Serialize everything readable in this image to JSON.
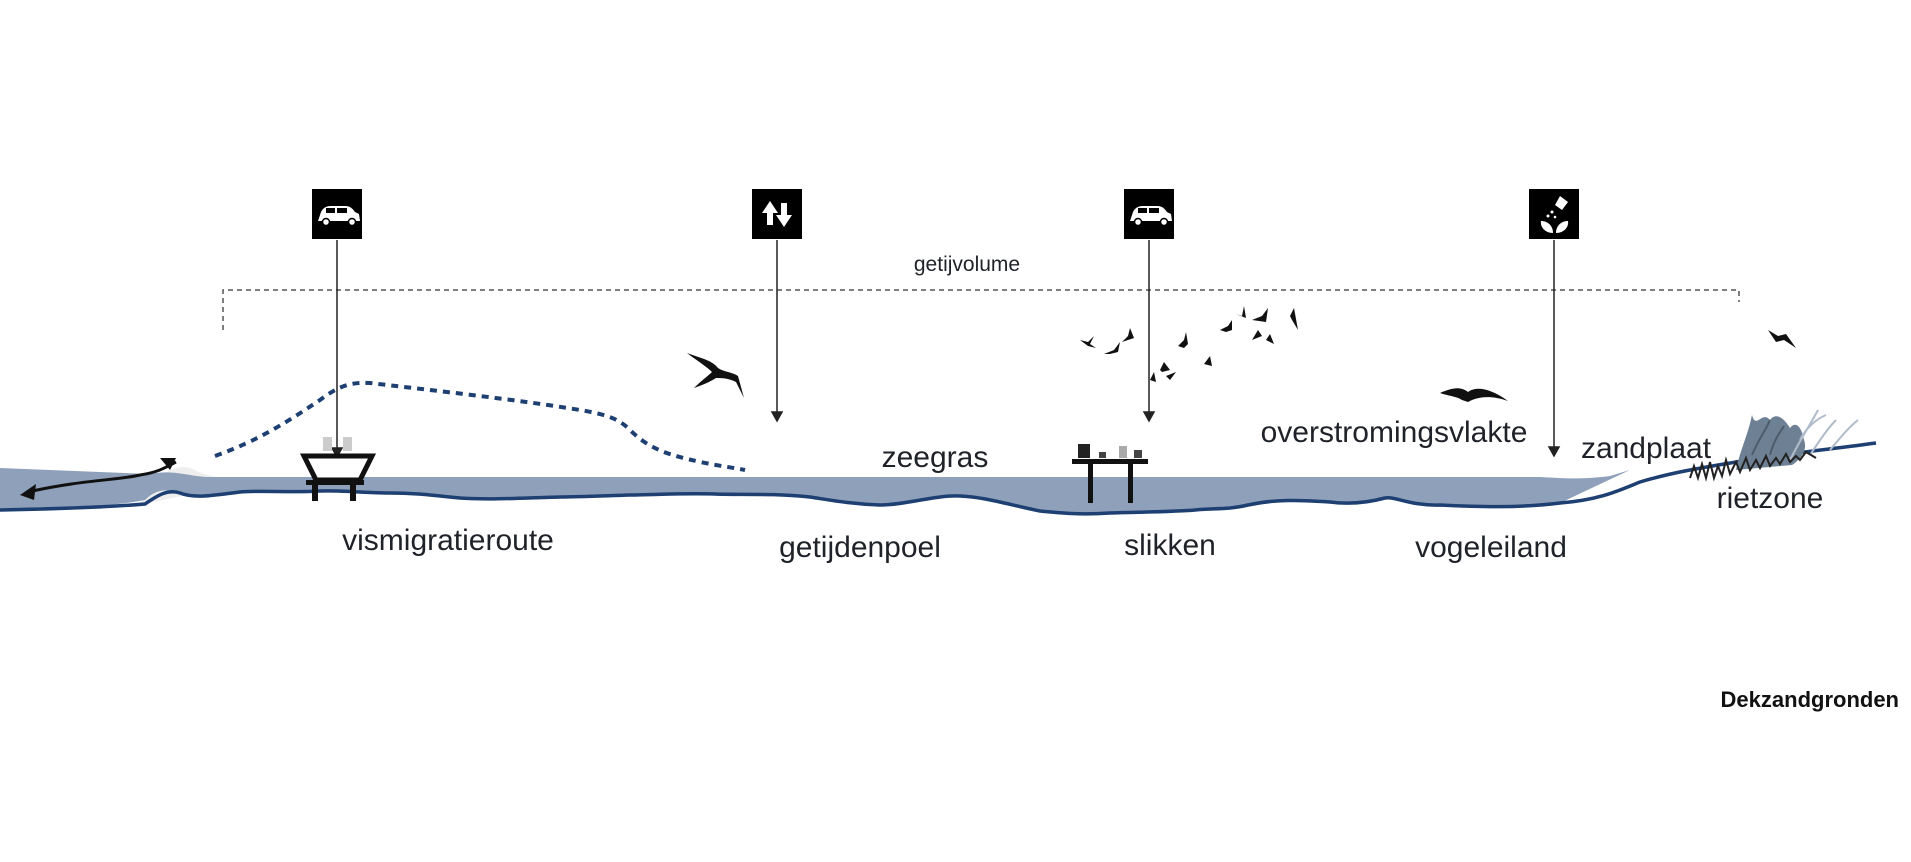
{
  "section": {
    "tidal_volume_label": "getijvolume",
    "soil_label": "Dekzandgronden"
  },
  "zones": {
    "vismigratieroute": "vismigratieroute",
    "getijdenpoel": "getijdenpoel",
    "zeegras": "zeegras",
    "slikken": "slikken",
    "overstromingsvlakte": "overstromingsvlakte",
    "vogeleiland": "vogeleiland",
    "zandplaat": "zandplaat",
    "rietzone": "rietzone"
  },
  "icons": [
    {
      "name": "car-icon",
      "glyph": "car"
    },
    {
      "name": "arrows-up-down-icon",
      "glyph": "up-down"
    },
    {
      "name": "car-icon",
      "glyph": "car"
    },
    {
      "name": "seed-sowing-icon",
      "glyph": "seeds"
    }
  ],
  "colors": {
    "water": "#8fa0ba",
    "water_line": "#1e3f72",
    "dike_dashed": "#1e3f72",
    "icon_bg": "#000000",
    "beach": "#eeeeee"
  }
}
